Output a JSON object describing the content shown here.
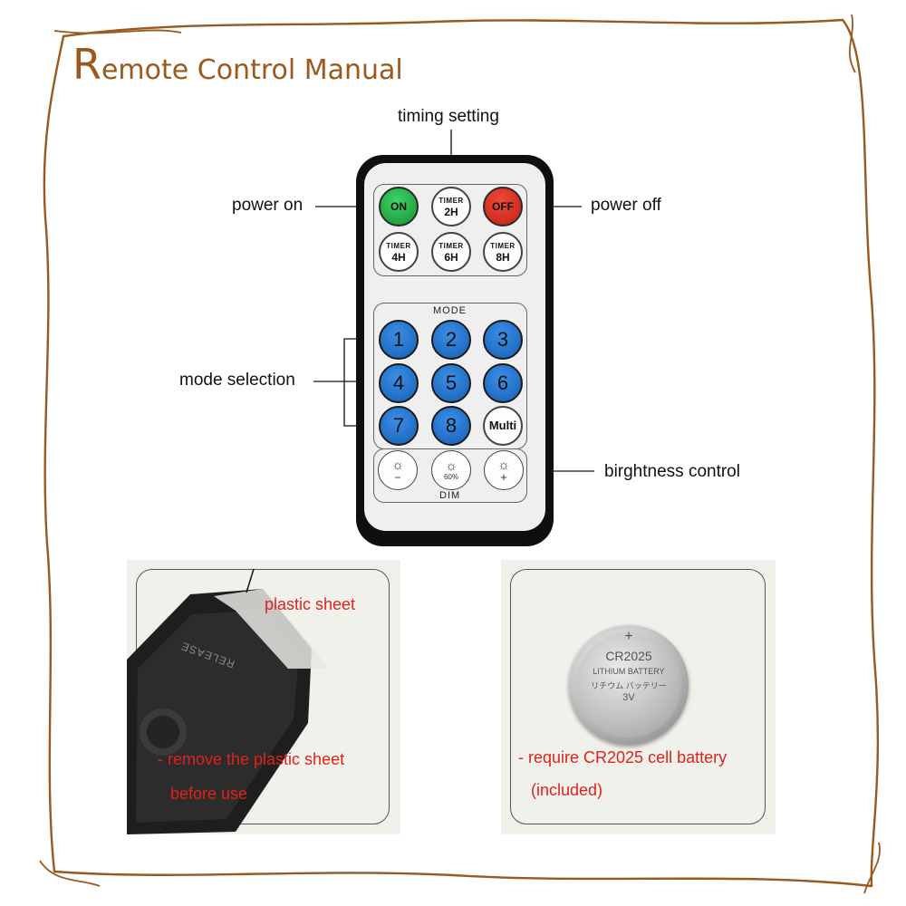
{
  "title": {
    "first_letter": "R",
    "rest": "emote Control Manual"
  },
  "callouts": {
    "timing": "timing setting",
    "power_on": "power on",
    "power_off": "power off",
    "mode_selection": "mode selection",
    "brightness": "birghtness control"
  },
  "remote": {
    "on_label": "ON",
    "off_label": "OFF",
    "timer_word": "TIMER",
    "timers": [
      "2H",
      "4H",
      "6H",
      "8H"
    ],
    "mode_caption": "MODE",
    "mode_buttons": [
      "1",
      "2",
      "3",
      "4",
      "5",
      "6",
      "7",
      "8"
    ],
    "multi_label": "Multi",
    "dim_caption": "DIM",
    "dim_minus": "−",
    "dim_plus": "+",
    "dim_percent": "60%"
  },
  "photo_left": {
    "sheet_label": "plastic sheet",
    "instruction_line1": "- remove the plastic sheet",
    "instruction_line2": "before use",
    "release_text": "RELEASE"
  },
  "photo_right": {
    "battery_plus": "+",
    "battery_model": "CR2025",
    "battery_type": "LITHIUM BATTERY",
    "battery_jp": "リチウム バッテリー",
    "battery_voltage": "3V",
    "requirement_line1": "- require CR2025 cell battery",
    "requirement_line2": "(included)"
  },
  "colors": {
    "frame": "#9a5a1e",
    "accent_red": "#e0221d",
    "button_blue": "#1f6fcb",
    "button_green": "#21a33d",
    "button_red": "#d42a1c"
  }
}
